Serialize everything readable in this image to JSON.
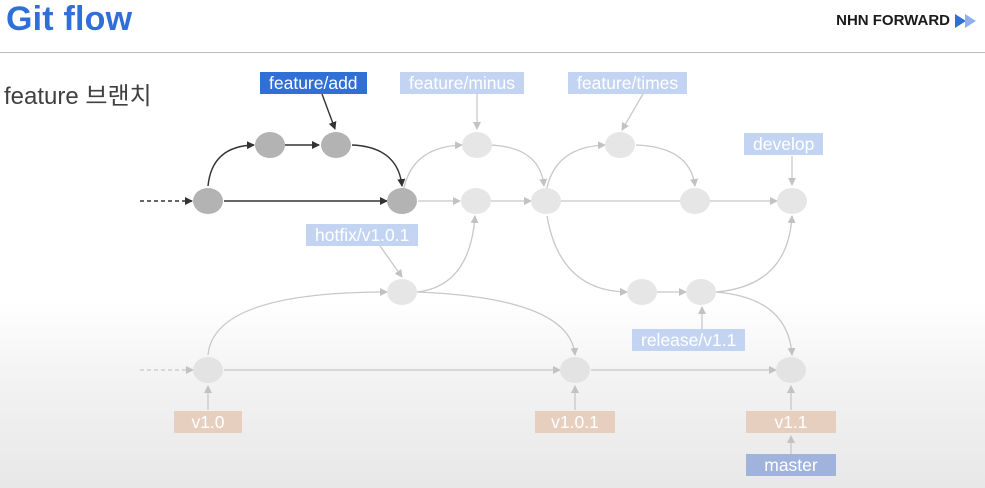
{
  "header": {
    "title": "Git flow",
    "brand": "NHN FORWARD"
  },
  "subtitle": "feature 브랜치",
  "labels": {
    "feature_add": "feature/add",
    "feature_minus": "feature/minus",
    "feature_times": "feature/times",
    "develop": "develop",
    "hotfix": "hotfix/v1.0.1",
    "release": "release/v1.1",
    "tag_v1_0": "v1.0",
    "tag_v1_0_1": "v1.0.1",
    "tag_v1_1": "v1.1",
    "master": "master"
  },
  "colors": {
    "title": "#2f6fd6",
    "active_label": "#2f6fd6",
    "faded_label": "#c3d4f3",
    "tag_label": "#e7cfbf",
    "master_label": "#9fb3dc",
    "active_commit": "#b3b3b3",
    "faded_commit": "#e6e6e6",
    "active_line": "#333333",
    "faded_line": "#c8c8c8"
  }
}
